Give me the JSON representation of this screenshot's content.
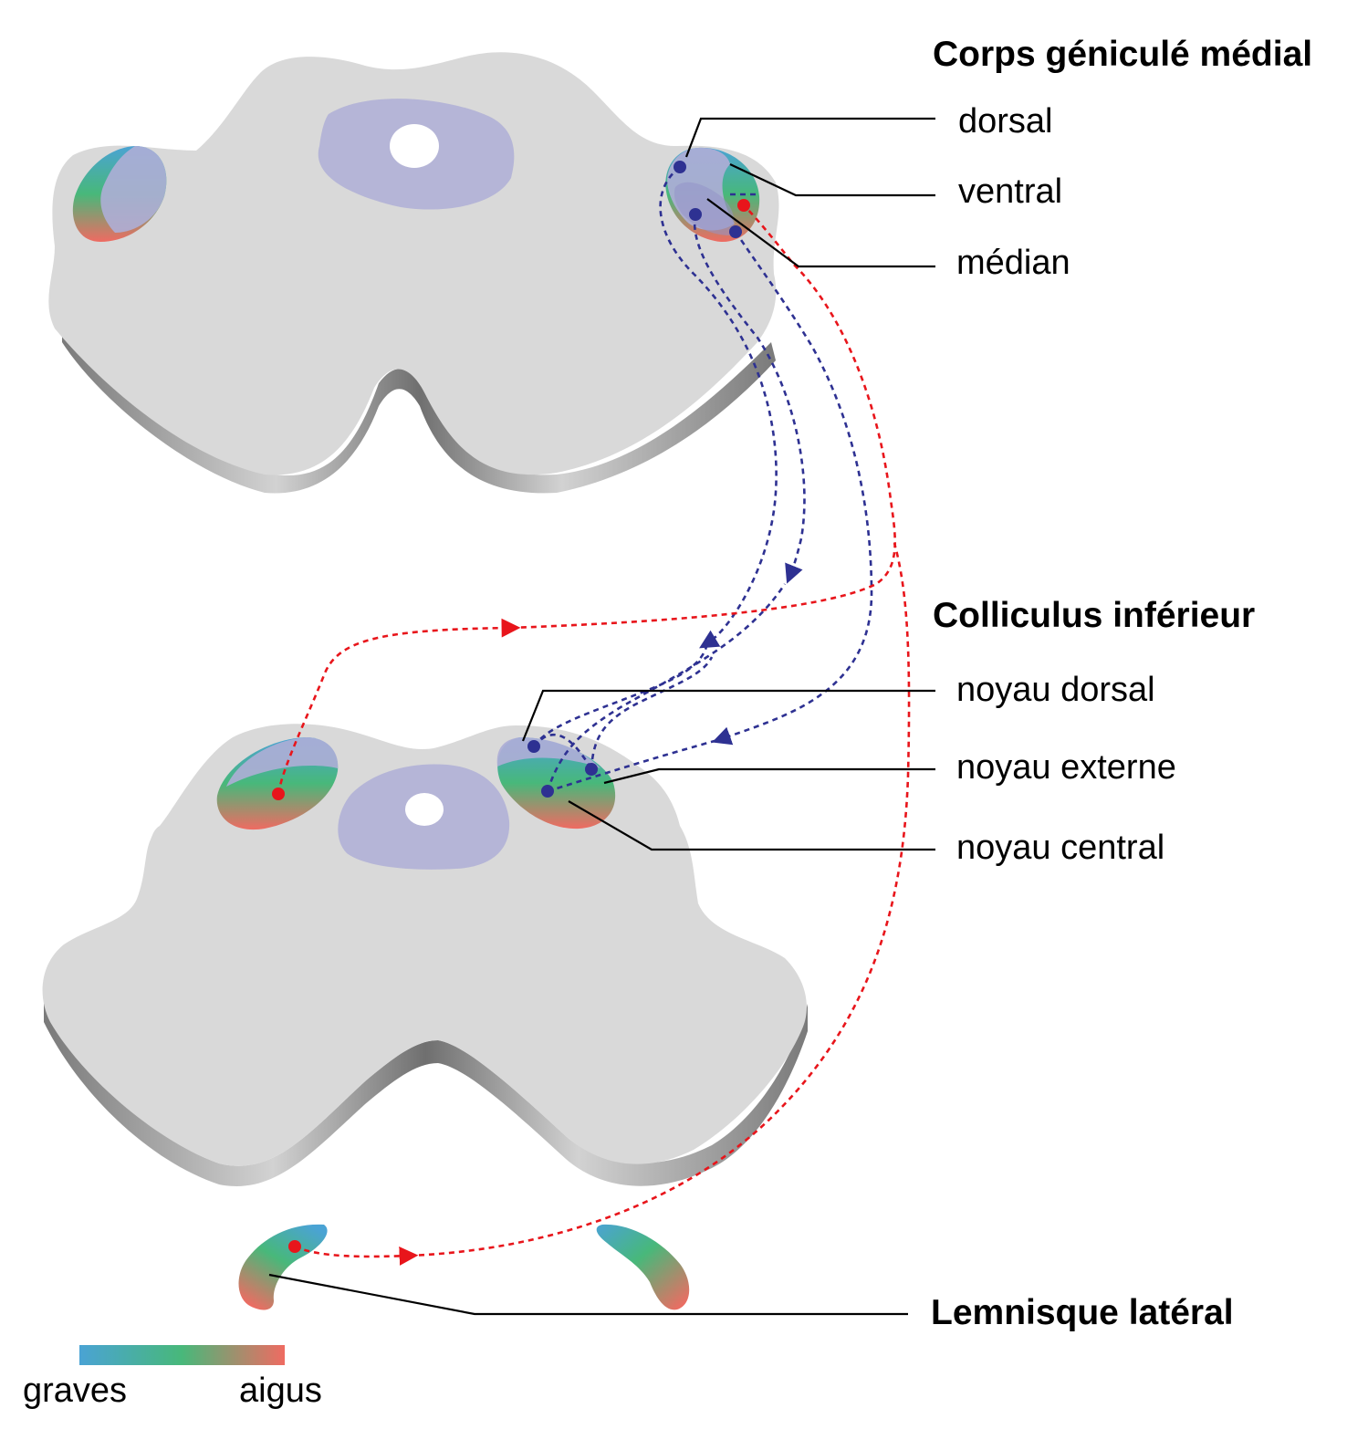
{
  "colors": {
    "tissue": "#d9d9d9",
    "tissue_edge_dark": "#8c8c8c",
    "region_lavender": "#aeaed6",
    "blue_path": "#2e3192",
    "red_path": "#e8151b",
    "gradient_low": "#4aa3d4",
    "gradient_mid": "#48b87a",
    "gradient_high": "#ef6b62"
  },
  "sections": {
    "mgb": {
      "title": "Corps géniculé médial",
      "labels": [
        "dorsal",
        "ventral",
        "médian"
      ]
    },
    "ic": {
      "title": "Colliculus inférieur",
      "labels": [
        "noyau dorsal",
        "noyau externe",
        "noyau central"
      ]
    },
    "ll": {
      "title": "Lemnisque latéral"
    }
  },
  "legend": {
    "low": "graves",
    "high": "aigus"
  }
}
